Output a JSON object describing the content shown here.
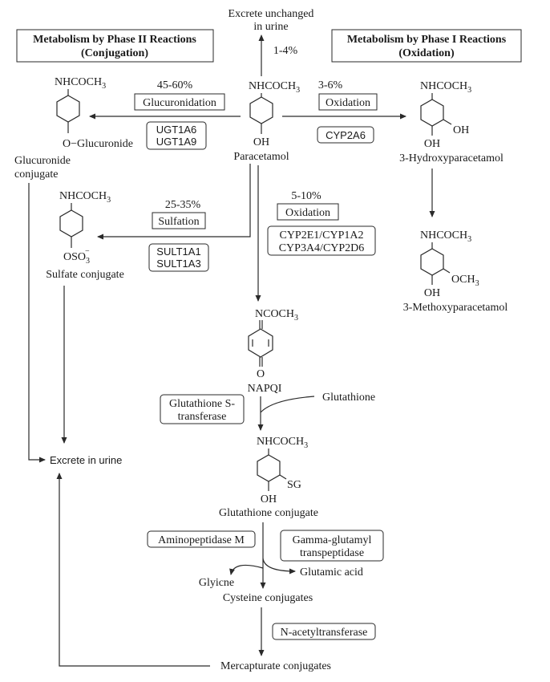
{
  "top": {
    "excrete_unchanged_line1": "Excrete unchanged",
    "excrete_unchanged_line2": "in urine",
    "unchanged_percent": "1-4%"
  },
  "headers": {
    "phase2_line1": "Metabolism by Phase II Reactions",
    "phase2_line2": "(Conjugation)",
    "phase1_line1": "Metabolism by Phase I Reactions",
    "phase1_line2": "(Oxidation)"
  },
  "paracetamol": {
    "substituent_top": "NHCOCH",
    "substituent_top_sub": "3",
    "substituent_bottom": "OH",
    "name": "Paracetamol"
  },
  "glucuronidation": {
    "percent": "45-60%",
    "label": "Glucuronidation",
    "enzyme1": "UGT1A6",
    "enzyme2": "UGT1A9",
    "product_top": "NHCOCH",
    "product_top_sub": "3",
    "product_bottom": "O−Glucuronide",
    "product_name_line1": "Glucuronide",
    "product_name_line2": "conjugate"
  },
  "oxidation_minor": {
    "percent": "3-6%",
    "label": "Oxidation",
    "enzyme": "CYP2A6",
    "product_top": "NHCOCH",
    "product_top_sub": "3",
    "product_oh_side": "OH",
    "product_oh_bottom": "OH",
    "product_name": "3-Hydroxyparacetamol"
  },
  "methoxy": {
    "product_top": "NHCOCH",
    "product_top_sub": "3",
    "product_side": "OCH",
    "product_side_sub": "3",
    "product_bottom": "OH",
    "product_name": "3-Methoxyparacetamol"
  },
  "sulfation": {
    "percent": "25-35%",
    "label": "Sulfation",
    "enzyme1": "SULT1A1",
    "enzyme2": "SULT1A3",
    "product_top": "NHCOCH",
    "product_top_sub": "3",
    "product_bottom": "OSO",
    "product_bottom_sub": "3",
    "product_bottom_sup": "−",
    "product_name": "Sulfate conjugate"
  },
  "oxidation_major": {
    "percent": "5-10%",
    "label": "Oxidation",
    "enzyme_line1": "CYP2E1/CYP1A2",
    "enzyme_line2": "CYP3A4/CYP2D6"
  },
  "napqi": {
    "substituent_top": "NCOCH",
    "substituent_top_sub": "3",
    "substituent_bottom": "O",
    "name": "NAPQI"
  },
  "gst": {
    "enzyme_line1": "Glutathione S-",
    "enzyme_line2": "transferase",
    "cofactor": "Glutathione"
  },
  "glutathione_conjugate": {
    "product_top": "NHCOCH",
    "product_top_sub": "3",
    "product_side": "SG",
    "product_bottom": "OH",
    "name": "Glutathione conjugate"
  },
  "cysteine_step": {
    "enzyme_left": "Aminopeptidase M",
    "enzyme_right_line1": "Gamma-glutamyl",
    "enzyme_right_line2": "transpeptidase",
    "byproduct_left": "Glyicne",
    "byproduct_right": "Glutamic acid",
    "product": "Cysteine conjugates"
  },
  "mercapturate_step": {
    "enzyme": "N-acetyltransferase",
    "product": "Mercapturate conjugates"
  },
  "excrete_urine": "Excrete in urine"
}
